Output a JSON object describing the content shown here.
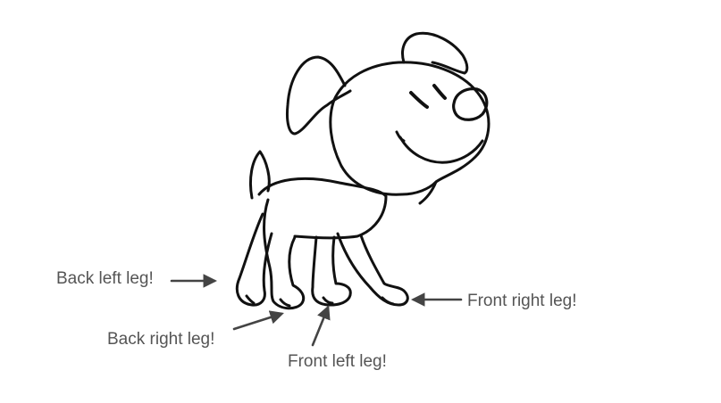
{
  "labels": {
    "back_left_leg": "Back left leg!",
    "back_right_leg": "Back right leg!",
    "front_left_leg": "Front left leg!",
    "front_right_leg": "Front right leg!"
  },
  "colors": {
    "ink": "#111111",
    "label_text": "#555555",
    "arrow": "#444444",
    "background": "#ffffff"
  }
}
